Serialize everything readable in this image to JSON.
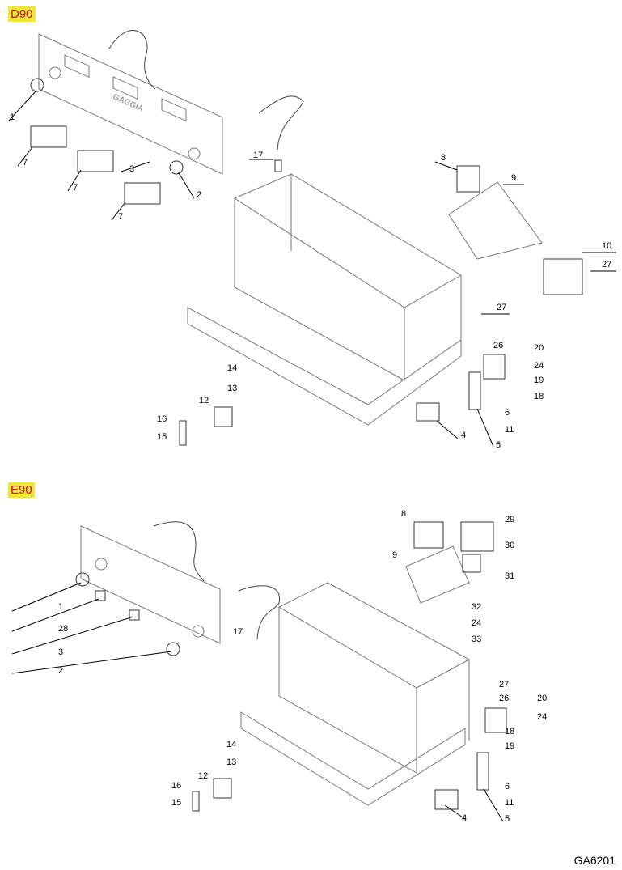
{
  "sections": [
    {
      "badge": "D90",
      "brand_mark": "GAGGIA",
      "callouts": [
        "1",
        "7",
        "7",
        "7",
        "3",
        "2",
        "17",
        "8",
        "9",
        "10",
        "27",
        "27",
        "26",
        "20",
        "24",
        "19",
        "18",
        "6",
        "11",
        "5",
        "4",
        "14",
        "13",
        "12",
        "16",
        "15"
      ]
    },
    {
      "badge": "E90",
      "callouts": [
        "8",
        "29",
        "30",
        "31",
        "9",
        "32",
        "24",
        "33",
        "1",
        "28",
        "3",
        "2",
        "17",
        "27",
        "26",
        "20",
        "24",
        "18",
        "19",
        "6",
        "11",
        "5",
        "4",
        "14",
        "13",
        "12",
        "16",
        "15"
      ]
    }
  ],
  "drawing_code": "GA6201",
  "colors": {
    "badge_bg": "#f0e63c",
    "badge_text": "#c8102e",
    "line": "#000000",
    "part_outline": "#777777"
  }
}
